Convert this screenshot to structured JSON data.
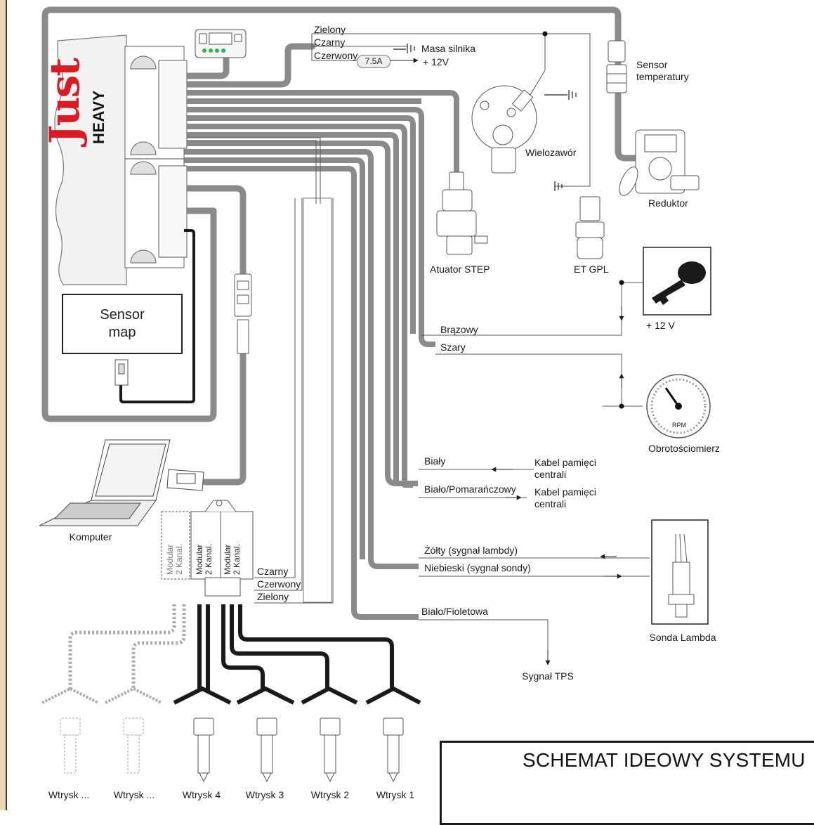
{
  "logo": {
    "brand": "Just",
    "sub": "HEAVY"
  },
  "sensor_map": "Sensor\nmap",
  "wires_top": {
    "green": "Zielony",
    "black": "Czarny",
    "red": "Czerwony",
    "fuse": "7.5A",
    "ground": "Masa silnika",
    "plus12": "+ 12V"
  },
  "components": {
    "temp_sensor": "Sensor\ntemperatury",
    "multivalve": "Wielozawór",
    "reducer": "Reduktor",
    "actuator": "Atuator STEP",
    "et_gpl": "ET GPL",
    "ignition_plus": "+ 12 V",
    "rpm_meter": "Obrotościomierz",
    "rpm_label": "RPM",
    "computer": "Komputer",
    "lambda": "Sonda Lambda",
    "tps": "Sygnał TPS"
  },
  "signal_wires": {
    "brown": "Brązowy",
    "gray": "Szary",
    "white": "Biały",
    "white_orange": "Biało/Pomarańczowy",
    "memory_cable_1": "Kabel pamięci\ncentrali",
    "memory_cable_2": "Kabel pamięci\ncentrali",
    "yellow": "Żółty (sygnał lambdy)",
    "blue": "Niebieski (sygnał sondy)",
    "white_violet": "Biało/Fioletowa"
  },
  "modules": {
    "module_label_1": "Modular\n2 Kanal.",
    "module_label_2": "Modular\n2 Kanal.",
    "module_label_3": "Modular\n2 Kanal.",
    "wire_black": "Czarny",
    "wire_red": "Czerwony",
    "wire_green": "Zielony"
  },
  "injectors": [
    "Wtrysk ...",
    "Wtrysk ...",
    "Wtrysk 4",
    "Wtrysk 3",
    "Wtrysk 2",
    "Wtrysk 1"
  ],
  "title": "SCHEMAT IDEOWY SYSTEMU",
  "colors": {
    "harness": "#8a8a8a",
    "cable_dark": "#1a1a1a",
    "logo_red": "#d91c24",
    "frame": "#e8d9b0"
  }
}
